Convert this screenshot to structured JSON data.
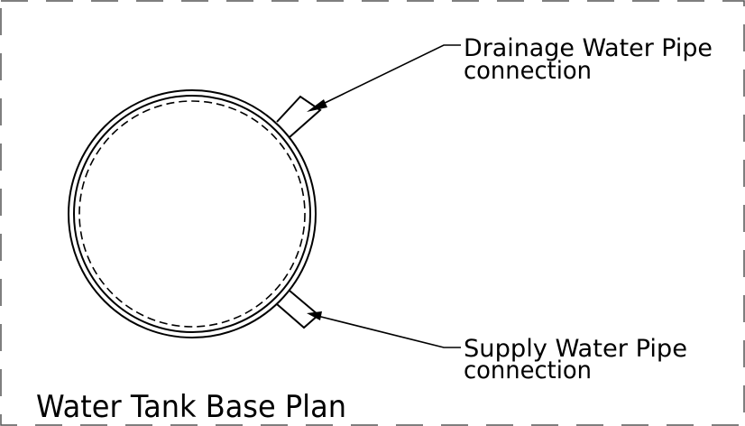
{
  "drawing": {
    "title": "Water Tank Base Plan",
    "callouts": {
      "drainage": {
        "line1": "Drainage Water Pipe",
        "line2": "connection"
      },
      "supply": {
        "line1": "Supply Water Pipe",
        "line2": "connection"
      }
    },
    "colors": {
      "background": "#ffffff",
      "ink": "#000000"
    }
  }
}
